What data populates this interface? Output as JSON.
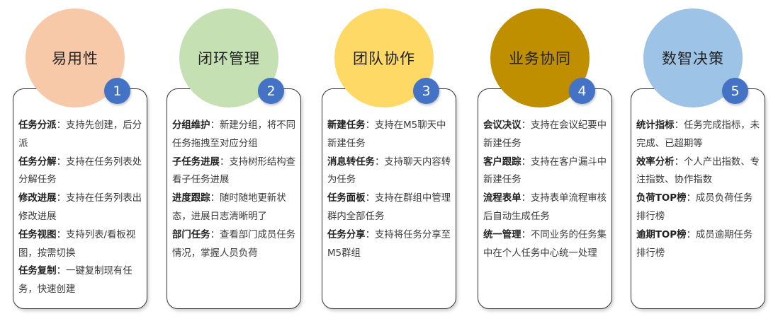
{
  "colors": {
    "badge": "#4472c4",
    "bubbles": [
      "#f8c9a9",
      "#c5e0b3",
      "#ffd966",
      "#bf8f00",
      "#9dc3e6"
    ]
  },
  "columns": [
    {
      "title": "易用性",
      "number": "1",
      "items": [
        {
          "label": "任务分派",
          "desc": "：支持先创建，后分派"
        },
        {
          "label": "任务分解",
          "desc": "：支持在任务列表处分解任务"
        },
        {
          "label": "修改进展",
          "desc": "：支持在任务列表出修改进展"
        },
        {
          "label": "任务视图",
          "desc": "：支持列表/看板视图，按需切换"
        },
        {
          "label": "任务复制",
          "desc": "：一键复制现有任务，快速创建"
        }
      ]
    },
    {
      "title": "闭环管理",
      "number": "2",
      "items": [
        {
          "label": "分组维护",
          "desc": "：新建分组，将不同任务拖拽至对应分组"
        },
        {
          "label": "子任务进展",
          "desc": "：支持树形结构查看子任务进展"
        },
        {
          "label": "进度跟踪",
          "desc": "：随时随地更新状态，进展日志清晰明了"
        },
        {
          "label": "部门任务",
          "desc": "：查看部门成员任务情况，掌握人员负荷"
        }
      ]
    },
    {
      "title": "团队协作",
      "number": "3",
      "items": [
        {
          "label": "新建任务",
          "desc": "：支持在M5聊天中新建任务"
        },
        {
          "label": "消息转任务",
          "desc": "：支持聊天内容转为任务"
        },
        {
          "label": "任务面板",
          "desc": "：支持在群组中管理群内全部任务"
        },
        {
          "label": "任务分享",
          "desc": "：支持将任务分享至M5群组"
        }
      ]
    },
    {
      "title": "业务协同",
      "number": "4",
      "items": [
        {
          "label": "会议决议",
          "desc": "：支持在会议纪要中新建任务"
        },
        {
          "label": "客户跟踪",
          "desc": "：支持在客户漏斗中新建任务"
        },
        {
          "label": "流程表单",
          "desc": "：支持表单流程审核后自动生成任务"
        },
        {
          "label": "统一管理",
          "desc": "：不同业务的任务集中在个人任务中心统一处理"
        }
      ]
    },
    {
      "title": "数智决策",
      "number": "5",
      "items": [
        {
          "label": "统计指标",
          "desc": "：任务完成指标，未完成、已超期等"
        },
        {
          "label": "效率分析",
          "desc": "：个人产出指数、专注指数、协作指数"
        },
        {
          "label": "负荷TOP榜",
          "desc": "：成员负荷任务排行榜"
        },
        {
          "label": "逾期TOP榜",
          "desc": "：成员逾期任务排行榜"
        }
      ]
    }
  ]
}
